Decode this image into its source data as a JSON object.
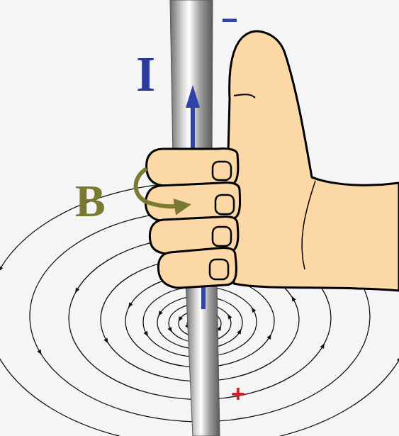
{
  "diagram": {
    "labels": [
      "−",
      "I",
      "B",
      "+"
    ]
  }
}
